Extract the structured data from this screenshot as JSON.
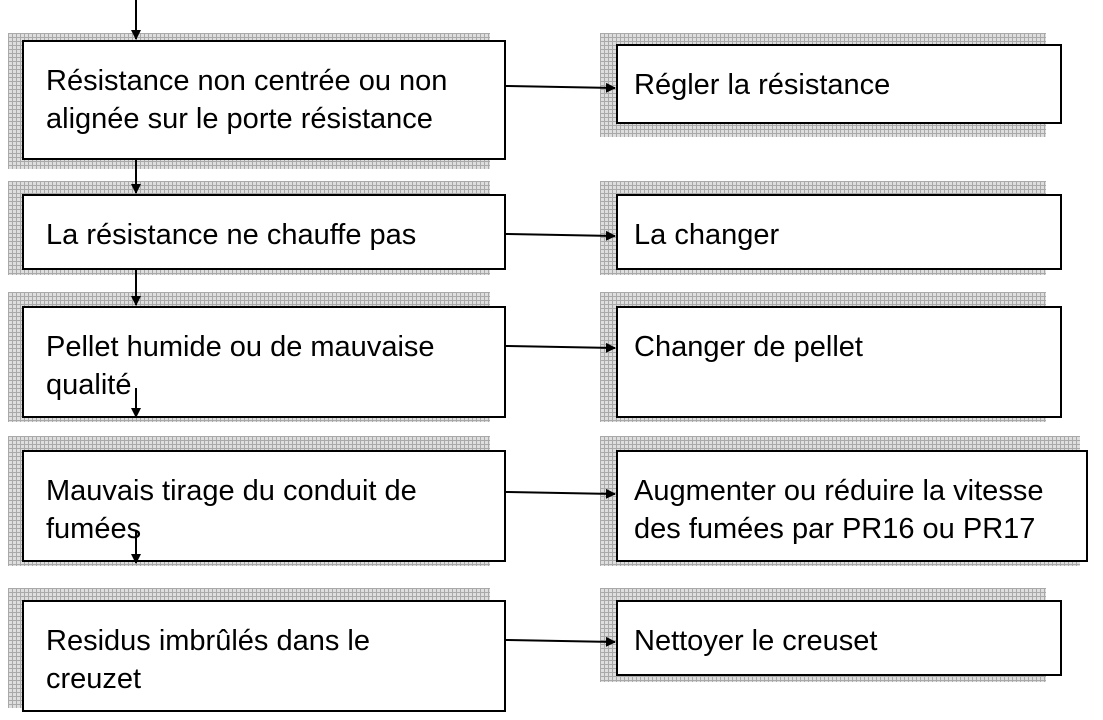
{
  "causes": [
    {
      "text": "Résistance non centrée ou non\nalignée sur le porte résistance"
    },
    {
      "text": "La résistance ne chauffe pas"
    },
    {
      "text": "Pellet humide ou de mauvaise\nqualité"
    },
    {
      "text": "Mauvais tirage du conduit de\nfumées"
    },
    {
      "text": "Residus imbrûlés dans le\ncreuzet"
    }
  ],
  "solutions": [
    {
      "text": "Régler la résistance"
    },
    {
      "text": "La changer"
    },
    {
      "text": "Changer de pellet"
    },
    {
      "text": "Augmenter ou réduire la vitesse\ndes fumées par PR16 ou PR17"
    },
    {
      "text": "Nettoyer le creuset"
    }
  ]
}
